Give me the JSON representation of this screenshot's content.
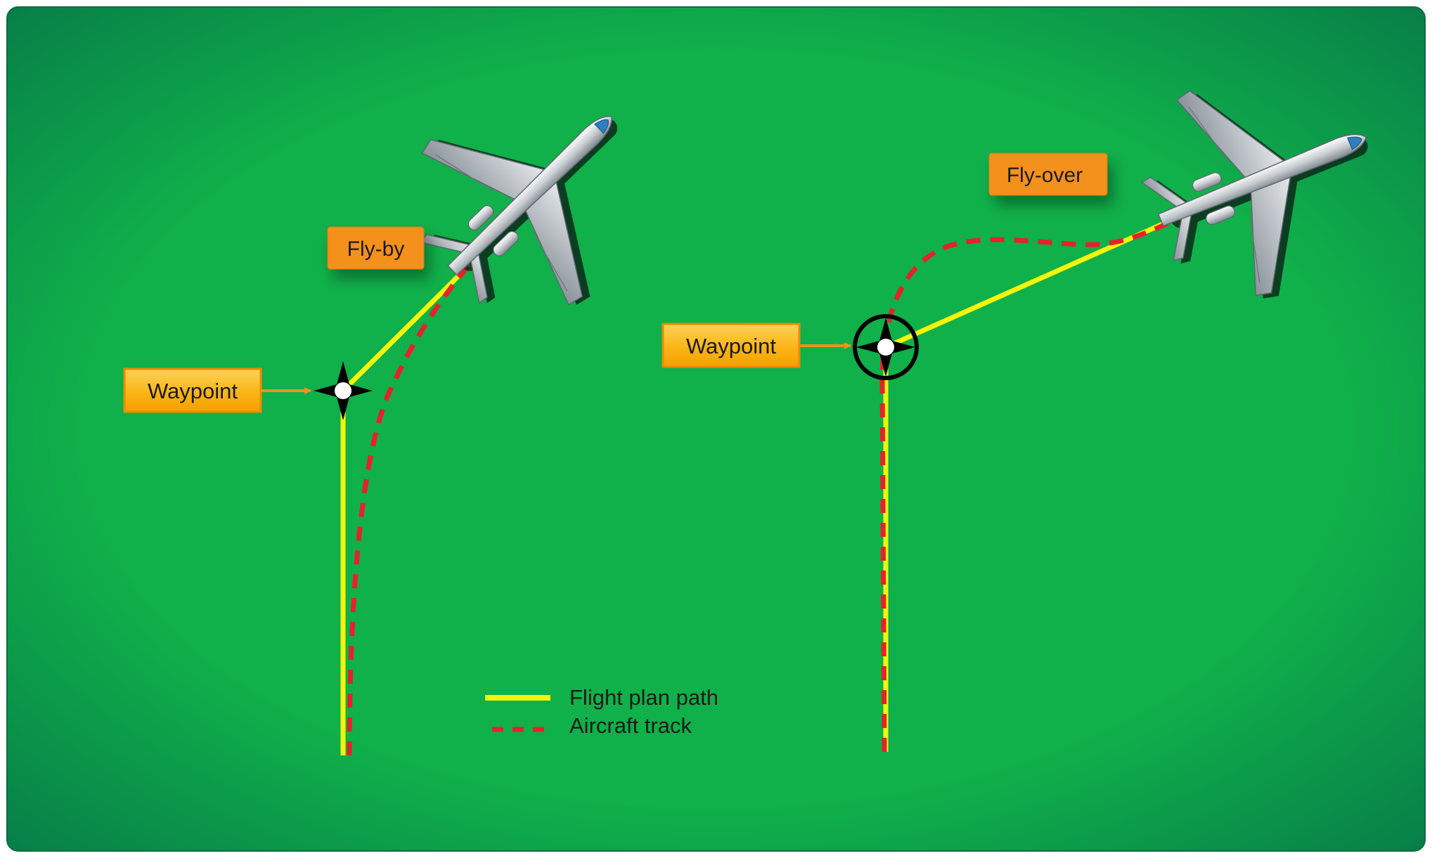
{
  "labels": {
    "fly_by": "Fly-by",
    "fly_over": "Fly-over",
    "waypoint_left": "Waypoint",
    "waypoint_right": "Waypoint"
  },
  "legend": {
    "flight_plan_path": "Flight plan path",
    "aircraft_track": "Aircraft track"
  },
  "colors": {
    "background_center": "#10b04a",
    "background_edge": "#067c48",
    "flight_plan_path": "#f4f40a",
    "aircraft_track": "#e8202a",
    "label_orange": "#f4901e",
    "waypoint_yellow": "#fbb516",
    "waypoint_symbol": "#000000"
  },
  "icons": [
    "waypoint-fly-by-icon",
    "waypoint-fly-over-icon",
    "aircraft-icon"
  ]
}
